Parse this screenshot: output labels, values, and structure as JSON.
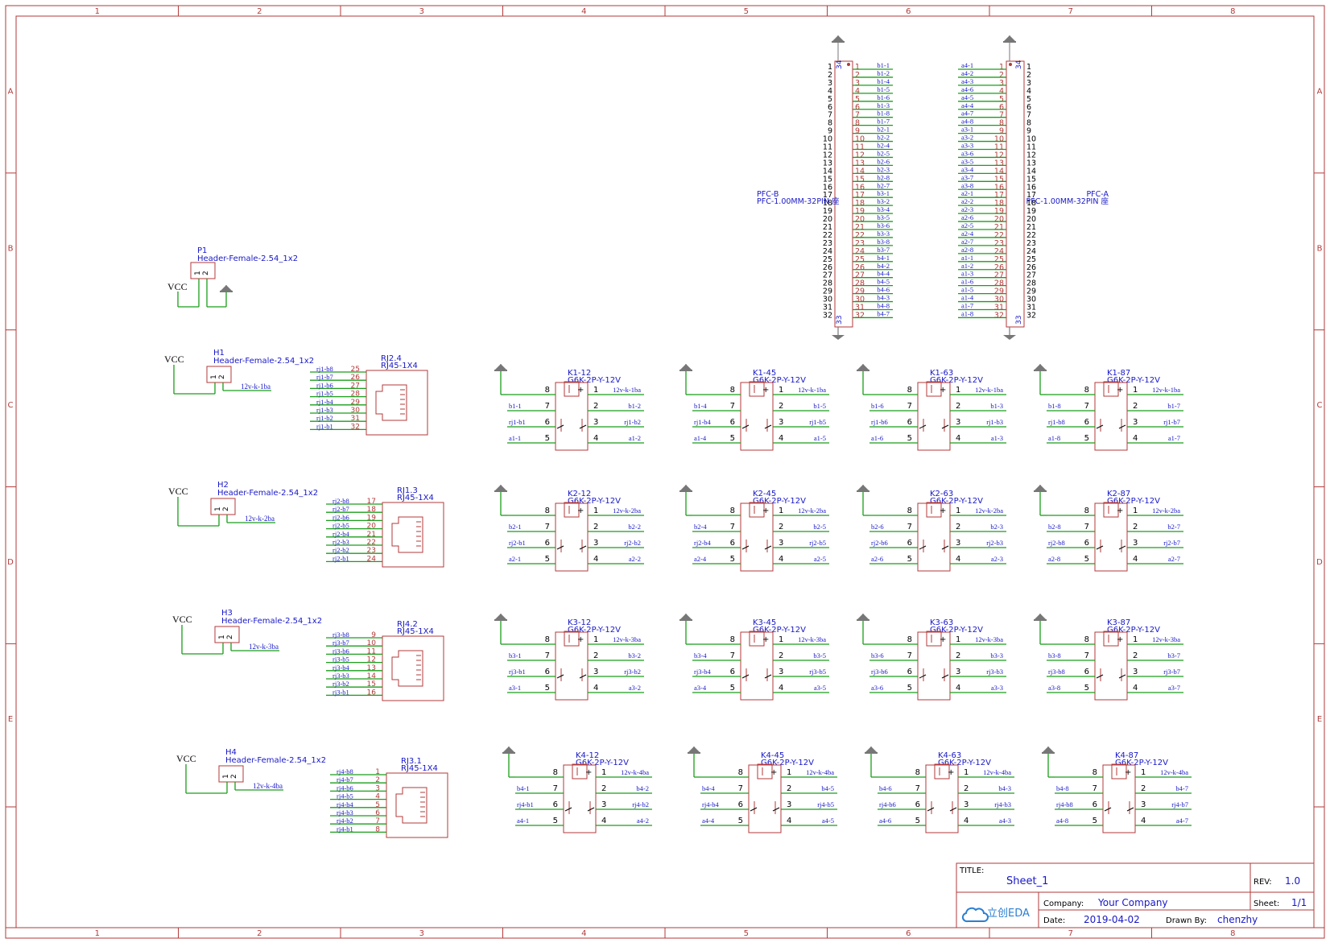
{
  "frame": {
    "cols": [
      "1",
      "2",
      "3",
      "4",
      "5",
      "6",
      "7",
      "8"
    ],
    "rows": [
      "A",
      "B",
      "C",
      "D",
      "E"
    ]
  },
  "colors": {
    "frame": "#b33a3a",
    "wire": "#1a9e1a",
    "text": "#1818c8",
    "part": "#b33a3a",
    "ground": "#777777"
  },
  "title_block": {
    "title_label": "TITLE:",
    "title": "Sheet_1",
    "rev_label": "REV:",
    "rev": "1.0",
    "logo": "立创EDA",
    "company_label": "Company:",
    "company": "Your Company",
    "sheet_label": "Sheet:",
    "sheet": "1/1",
    "date_label": "Date:",
    "date": "2019-04-02",
    "drawn_label": "Drawn By:",
    "drawn": "chenzhy"
  },
  "p1": {
    "ref": "P1",
    "value": "Header-Female-2.54_1x2",
    "vcc": "VCC",
    "pins": [
      "1",
      "2"
    ]
  },
  "headers": [
    {
      "ref": "H1",
      "value": "Header-Female-2.54_1x2",
      "vcc": "VCC",
      "net": "12v-k-1ba"
    },
    {
      "ref": "H2",
      "value": "Header-Female-2.54_1x2",
      "vcc": "VCC",
      "net": "12v-k-2ba"
    },
    {
      "ref": "H3",
      "value": "Header-Female-2.54_1x2",
      "vcc": "VCC",
      "net": "12v-k-3ba"
    },
    {
      "ref": "H4",
      "value": "Header-Female-2.54_1x2",
      "vcc": "VCC",
      "net": "12v-k-4ba"
    }
  ],
  "rj45": [
    {
      "ref": "RJ2.4",
      "value": "RJ45-1X4",
      "nets": [
        "rj1-b8",
        "rj1-b7",
        "rj1-b6",
        "rj1-b5",
        "rj1-b4",
        "rj1-b3",
        "rj1-b2",
        "rj1-b1"
      ],
      "pins": [
        "25",
        "26",
        "27",
        "28",
        "29",
        "30",
        "31",
        "32"
      ]
    },
    {
      "ref": "RJ1.3",
      "value": "RJ45-1X4",
      "nets": [
        "rj2-b8",
        "rj2-b7",
        "rj2-b6",
        "rj2-b5",
        "rj2-b4",
        "rj2-b3",
        "rj2-b2",
        "rj2-b1"
      ],
      "pins": [
        "17",
        "18",
        "19",
        "20",
        "21",
        "22",
        "23",
        "24"
      ]
    },
    {
      "ref": "RJ4.2",
      "value": "RJ45-1X4",
      "nets": [
        "rj3-b8",
        "rj3-b7",
        "rj3-b6",
        "rj3-b5",
        "rj3-b4",
        "rj3-b3",
        "rj3-b2",
        "rj3-b1"
      ],
      "pins": [
        "9",
        "10",
        "11",
        "12",
        "13",
        "14",
        "15",
        "16"
      ]
    },
    {
      "ref": "RJ3.1",
      "value": "RJ45-1X4",
      "nets": [
        "rj4-b8",
        "rj4-b7",
        "rj4-b6",
        "rj4-b5",
        "rj4-b4",
        "rj4-b3",
        "rj4-b2",
        "rj4-b1"
      ],
      "pins": [
        "1",
        "2",
        "3",
        "4",
        "5",
        "6",
        "7",
        "8"
      ]
    }
  ],
  "relay_value": "G6K-2P-Y-12V",
  "relay_pins": {
    "left": [
      "8",
      "7",
      "6",
      "5"
    ],
    "right": [
      "1",
      "2",
      "3",
      "4"
    ]
  },
  "relays": [
    [
      {
        "ref": "K1-12",
        "left": [
          "",
          "b1-1",
          "rj1-b1",
          "a1-1"
        ],
        "right": [
          "12v-k-1ba",
          "b1-2",
          "rj1-b2",
          "a1-2"
        ]
      },
      {
        "ref": "K1-45",
        "left": [
          "",
          "b1-4",
          "rj1-b4",
          "a1-4"
        ],
        "right": [
          "12v-k-1ba",
          "b1-5",
          "rj1-b5",
          "a1-5"
        ]
      },
      {
        "ref": "K1-63",
        "left": [
          "",
          "b1-6",
          "rj1-b6",
          "a1-6"
        ],
        "right": [
          "12v-k-1ba",
          "b1-3",
          "rj1-b3",
          "a1-3"
        ]
      },
      {
        "ref": "K1-87",
        "left": [
          "",
          "b1-8",
          "rj1-b8",
          "a1-8"
        ],
        "right": [
          "12v-k-1ba",
          "b1-7",
          "rj1-b7",
          "a1-7"
        ]
      }
    ],
    [
      {
        "ref": "K2-12",
        "left": [
          "",
          "b2-1",
          "rj2-b1",
          "a2-1"
        ],
        "right": [
          "12v-k-2ba",
          "b2-2",
          "rj2-b2",
          "a2-2"
        ]
      },
      {
        "ref": "K2-45",
        "left": [
          "",
          "b2-4",
          "rj2-b4",
          "a2-4"
        ],
        "right": [
          "12v-k-2ba",
          "b2-5",
          "rj2-b5",
          "a2-5"
        ]
      },
      {
        "ref": "K2-63",
        "left": [
          "",
          "b2-6",
          "rj2-b6",
          "a2-6"
        ],
        "right": [
          "12v-k-2ba",
          "b2-3",
          "rj2-b3",
          "a2-3"
        ]
      },
      {
        "ref": "K2-87",
        "left": [
          "",
          "b2-8",
          "rj2-b8",
          "a2-8"
        ],
        "right": [
          "12v-k-2ba",
          "b2-7",
          "rj2-b7",
          "a2-7"
        ]
      }
    ],
    [
      {
        "ref": "K3-12",
        "left": [
          "",
          "b3-1",
          "rj3-b1",
          "a3-1"
        ],
        "right": [
          "12v-k-3ba",
          "b3-2",
          "rj3-b2",
          "a3-2"
        ]
      },
      {
        "ref": "K3-45",
        "left": [
          "",
          "b3-4",
          "rj3-b4",
          "a3-4"
        ],
        "right": [
          "12v-k-3ba",
          "b3-5",
          "rj3-b5",
          "a3-5"
        ]
      },
      {
        "ref": "K3-63",
        "left": [
          "",
          "b3-6",
          "rj3-b6",
          "a3-6"
        ],
        "right": [
          "12v-k-3ba",
          "b3-3",
          "rj3-b3",
          "a3-3"
        ]
      },
      {
        "ref": "K3-87",
        "left": [
          "",
          "b3-8",
          "rj3-b8",
          "a3-8"
        ],
        "right": [
          "12v-k-3ba",
          "b3-7",
          "rj3-b7",
          "a3-7"
        ]
      }
    ],
    [
      {
        "ref": "K4-12",
        "left": [
          "",
          "b4-1",
          "rj4-b1",
          "a4-1"
        ],
        "right": [
          "12v-k-4ba",
          "b4-2",
          "rj4-b2",
          "a4-2"
        ]
      },
      {
        "ref": "K4-45",
        "left": [
          "",
          "b4-4",
          "rj4-b4",
          "a4-4"
        ],
        "right": [
          "12v-k-4ba",
          "b4-5",
          "rj4-b5",
          "a4-5"
        ]
      },
      {
        "ref": "K4-63",
        "left": [
          "",
          "b4-6",
          "rj4-b6",
          "a4-6"
        ],
        "right": [
          "12v-k-4ba",
          "b4-3",
          "rj4-b3",
          "a4-3"
        ]
      },
      {
        "ref": "K4-87",
        "left": [
          "",
          "b4-8",
          "rj4-b8",
          "a4-8"
        ],
        "right": [
          "12v-k-4ba",
          "b4-7",
          "rj4-b7",
          "a4-7"
        ]
      }
    ]
  ],
  "pfc_b": {
    "ref": "PFC-B",
    "value": "PFC-1.00MM-32PIN 座",
    "end_top": "34",
    "end_bottom": "33",
    "nets": [
      "b1-1",
      "b1-2",
      "b1-4",
      "b1-5",
      "b1-6",
      "b1-3",
      "b1-8",
      "b1-7",
      "b2-1",
      "b2-2",
      "b2-4",
      "b2-5",
      "b2-6",
      "b2-3",
      "b2-8",
      "b2-7",
      "b3-1",
      "b3-2",
      "b3-4",
      "b3-5",
      "b3-6",
      "b3-3",
      "b3-8",
      "b3-7",
      "b4-1",
      "b4-2",
      "b4-4",
      "b4-5",
      "b4-6",
      "b4-3",
      "b4-8",
      "b4-7"
    ]
  },
  "pfc_a": {
    "ref": "PFC-A",
    "value": "PFC-1.00MM-32PIN 座",
    "end_top": "34",
    "end_bottom": "33",
    "nets": [
      "a4-1",
      "a4-2",
      "a4-3",
      "a4-6",
      "a4-5",
      "a4-4",
      "a4-7",
      "a4-8",
      "a3-1",
      "a3-2",
      "a3-3",
      "a3-6",
      "a3-5",
      "a3-4",
      "a3-7",
      "a3-8",
      "a2-1",
      "a2-2",
      "a2-3",
      "a2-6",
      "a2-5",
      "a2-4",
      "a2-7",
      "a2-8",
      "a1-1",
      "a1-2",
      "a1-3",
      "a1-6",
      "a1-5",
      "a1-4",
      "a1-7",
      "a1-8"
    ]
  }
}
